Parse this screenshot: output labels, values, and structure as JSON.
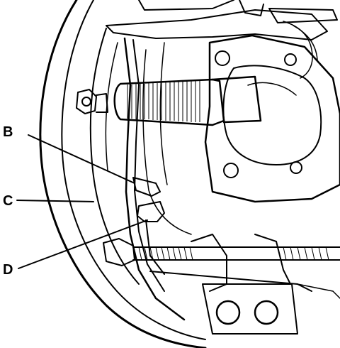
{
  "figure": {
    "callouts": [
      {
        "id": "B",
        "label": "B"
      },
      {
        "id": "C",
        "label": "C"
      },
      {
        "id": "D",
        "label": "D"
      }
    ],
    "colors": {
      "ink": "#000000",
      "paper": "#ffffff"
    }
  }
}
